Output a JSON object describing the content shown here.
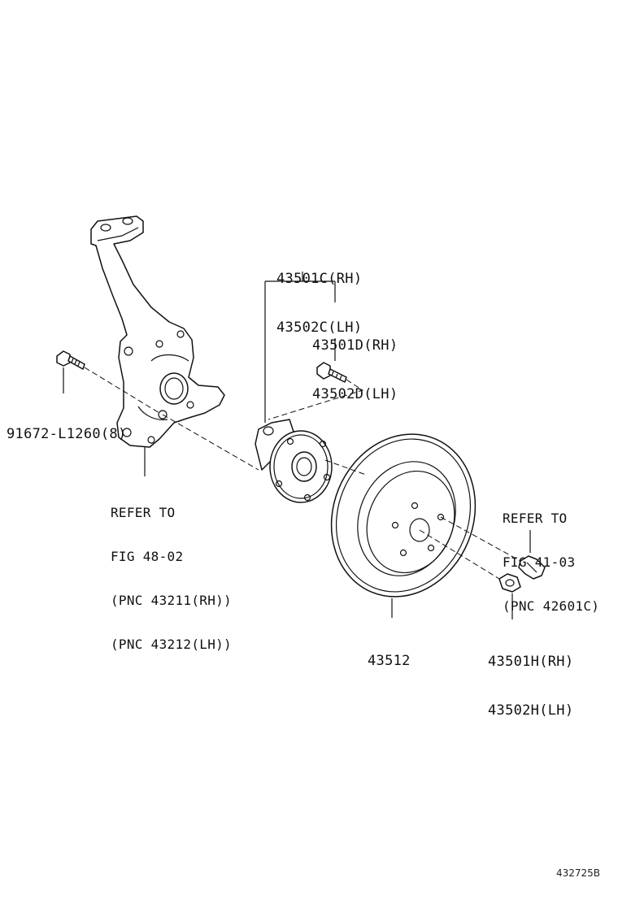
{
  "diagram_code": "432725B",
  "labels": {
    "hub_bearing": {
      "line1": "43501C(RH)",
      "line2": "43502C(LH)"
    },
    "hub_bolt": {
      "line1": "43501D(RH)",
      "line2": "43502D(LH)"
    },
    "knuckle_bolt": {
      "line1": "91672-L1260(8)"
    },
    "knuckle_ref": {
      "line1": "REFER TO",
      "line2": "FIG 48-02",
      "line3": "(PNC 43211(RH))",
      "line4": "(PNC 43212(LH))"
    },
    "wheel_nut_ref": {
      "line1": "REFER TO",
      "line2": "FIG 41-03",
      "line3": "(PNC 42601C)"
    },
    "disc_rotor": {
      "line1": "43512"
    },
    "hub_nut": {
      "line1": "43501H(RH)",
      "line2": "43502H(LH)"
    }
  }
}
